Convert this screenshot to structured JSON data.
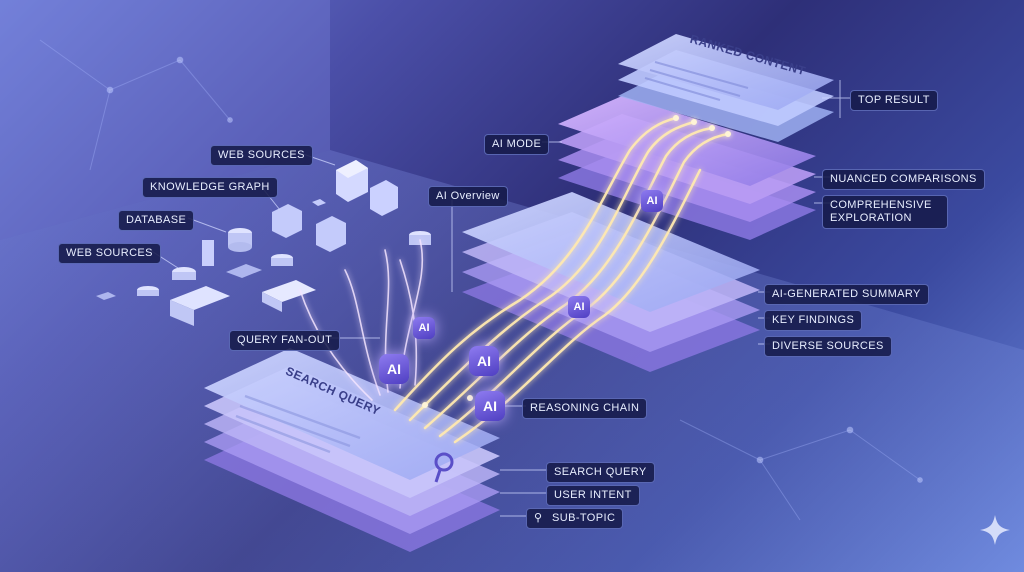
{
  "labels": {
    "web_sources_top": "WEB SOURCES",
    "knowledge_graph": "KNOWLEDGE GRAPH",
    "database": "DATABASE",
    "web_sources_bottom": "WEB SOURCES",
    "query_fan_out": "QUERY FAN-OUT",
    "ai_mode": "AI MODE",
    "ai_overview": "AI Overview",
    "top_result": "TOP RESULT",
    "nuanced_comparisons": "NUANCED COMPARISONS",
    "comprehensive_exploration": "COMPREHENSIVE EXPLORATION",
    "ai_generated_summary": "AI-GENERATED SUMMARY",
    "key_findings": "KEY FINDINGS",
    "diverse_sources": "DIVERSE SOURCES",
    "reasoning_chain": "REASONING CHAIN",
    "search_query": "SEARCH QUERY",
    "user_intent": "USER INTENT",
    "sub_topic": "SUB-TOPIC"
  },
  "stack_titles": {
    "ranked_content": "RANKED CONTENT",
    "search_query": "SEARCH QUERY"
  },
  "badges": {
    "ai": "AI"
  },
  "icons": {
    "search": "search-icon",
    "sparkle": "sparkle-icon"
  }
}
